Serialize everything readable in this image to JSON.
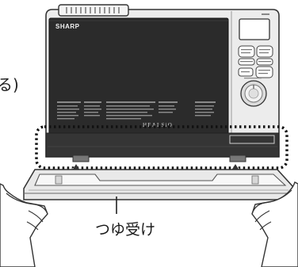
{
  "illustration": {
    "brand_logo": "SHARP",
    "door_logo": "HEALSiO",
    "partial_text_left": "る)",
    "callout_label": "つゆ受け",
    "colors": {
      "oven_body": "#ebebeb",
      "door_glass": "#2a2a2a",
      "drip_tray": "#e8e8e8",
      "highlight_dotted": "#111111"
    }
  }
}
